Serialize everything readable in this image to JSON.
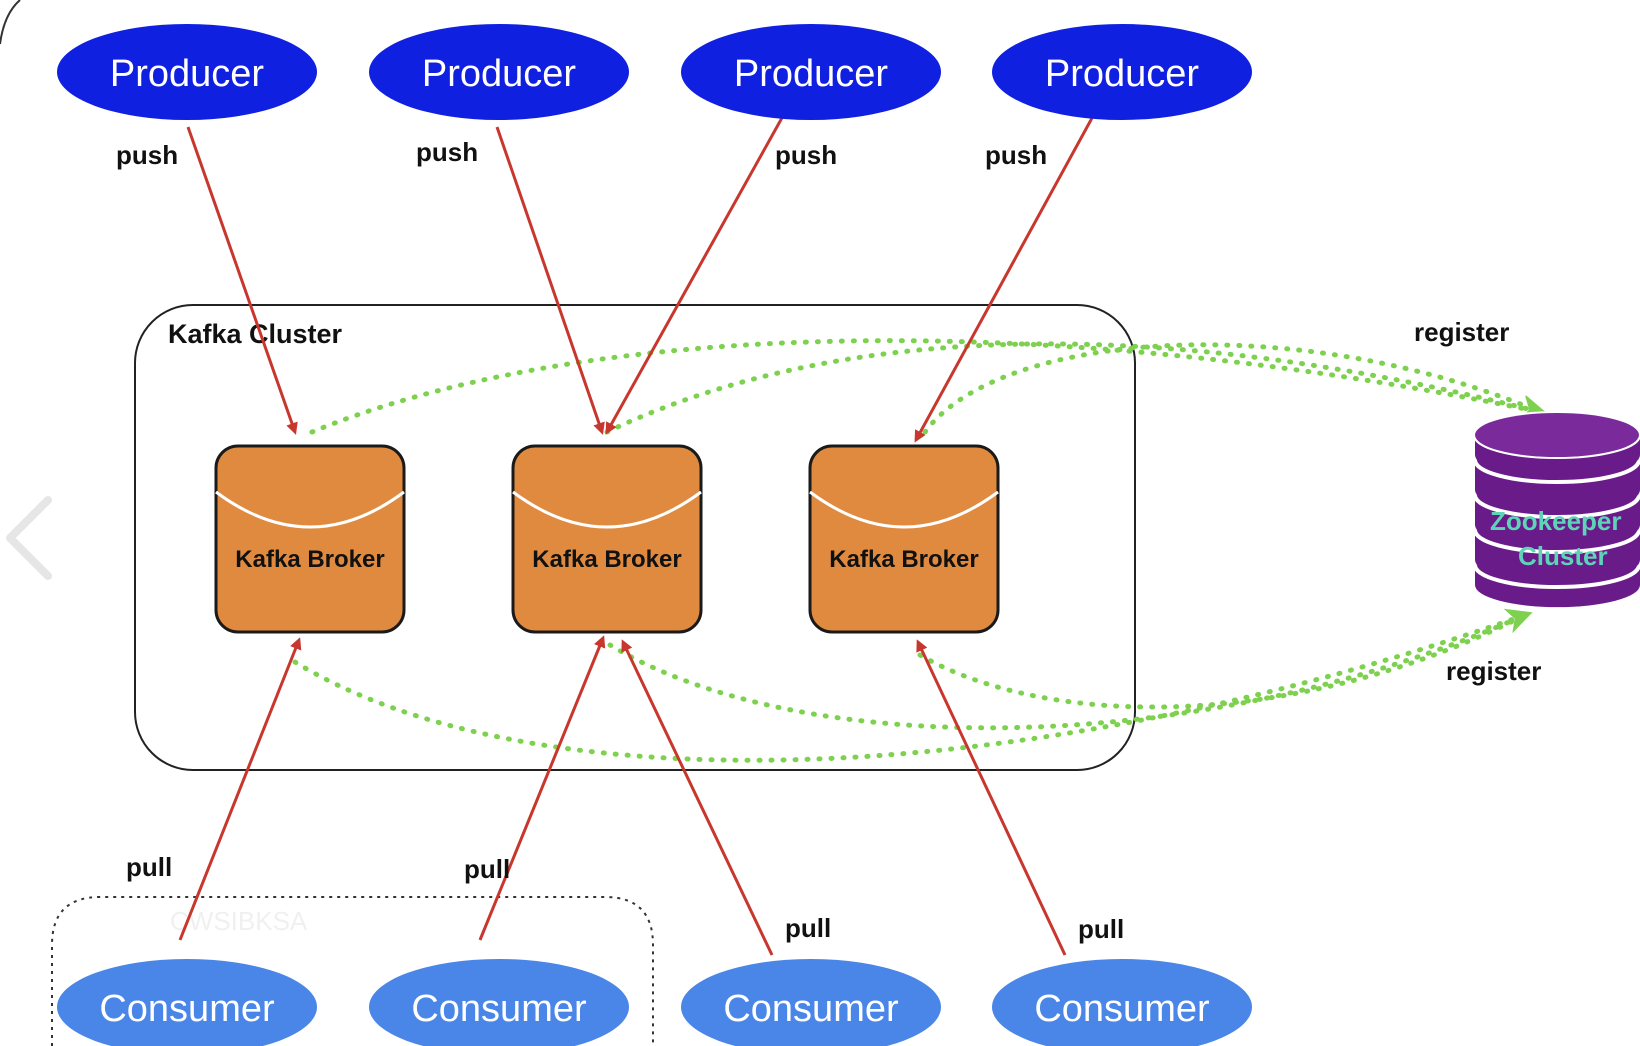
{
  "colors": {
    "producer_fill": "#1020e0",
    "consumer_fill": "#4a86e8",
    "broker_fill": "#e08a40",
    "broker_stroke": "#1a1a1a",
    "arrow_red": "#c8372d",
    "dotted_green": "#7dd14e",
    "zookeeper_fill": "#6a1b8a",
    "zookeeper_text": "#5fd3b8"
  },
  "producers": [
    {
      "label": "Producer"
    },
    {
      "label": "Producer"
    },
    {
      "label": "Producer"
    },
    {
      "label": "Producer"
    }
  ],
  "consumers": [
    {
      "label": "Consumer"
    },
    {
      "label": "Consumer"
    },
    {
      "label": "Consumer"
    },
    {
      "label": "Consumer"
    }
  ],
  "brokers": [
    {
      "label": "Kafka Broker"
    },
    {
      "label": "Kafka Broker"
    },
    {
      "label": "Kafka Broker"
    }
  ],
  "cluster": {
    "label": "Kafka Cluster"
  },
  "zookeeper": {
    "line1": "Zookeeper",
    "line2": "Cluster"
  },
  "edges": {
    "push": [
      "push",
      "push",
      "push",
      "push"
    ],
    "pull": [
      "pull",
      "pull",
      "pull",
      "pull"
    ],
    "register": [
      "register",
      "register"
    ]
  },
  "watermark": "CWSIBKSA"
}
